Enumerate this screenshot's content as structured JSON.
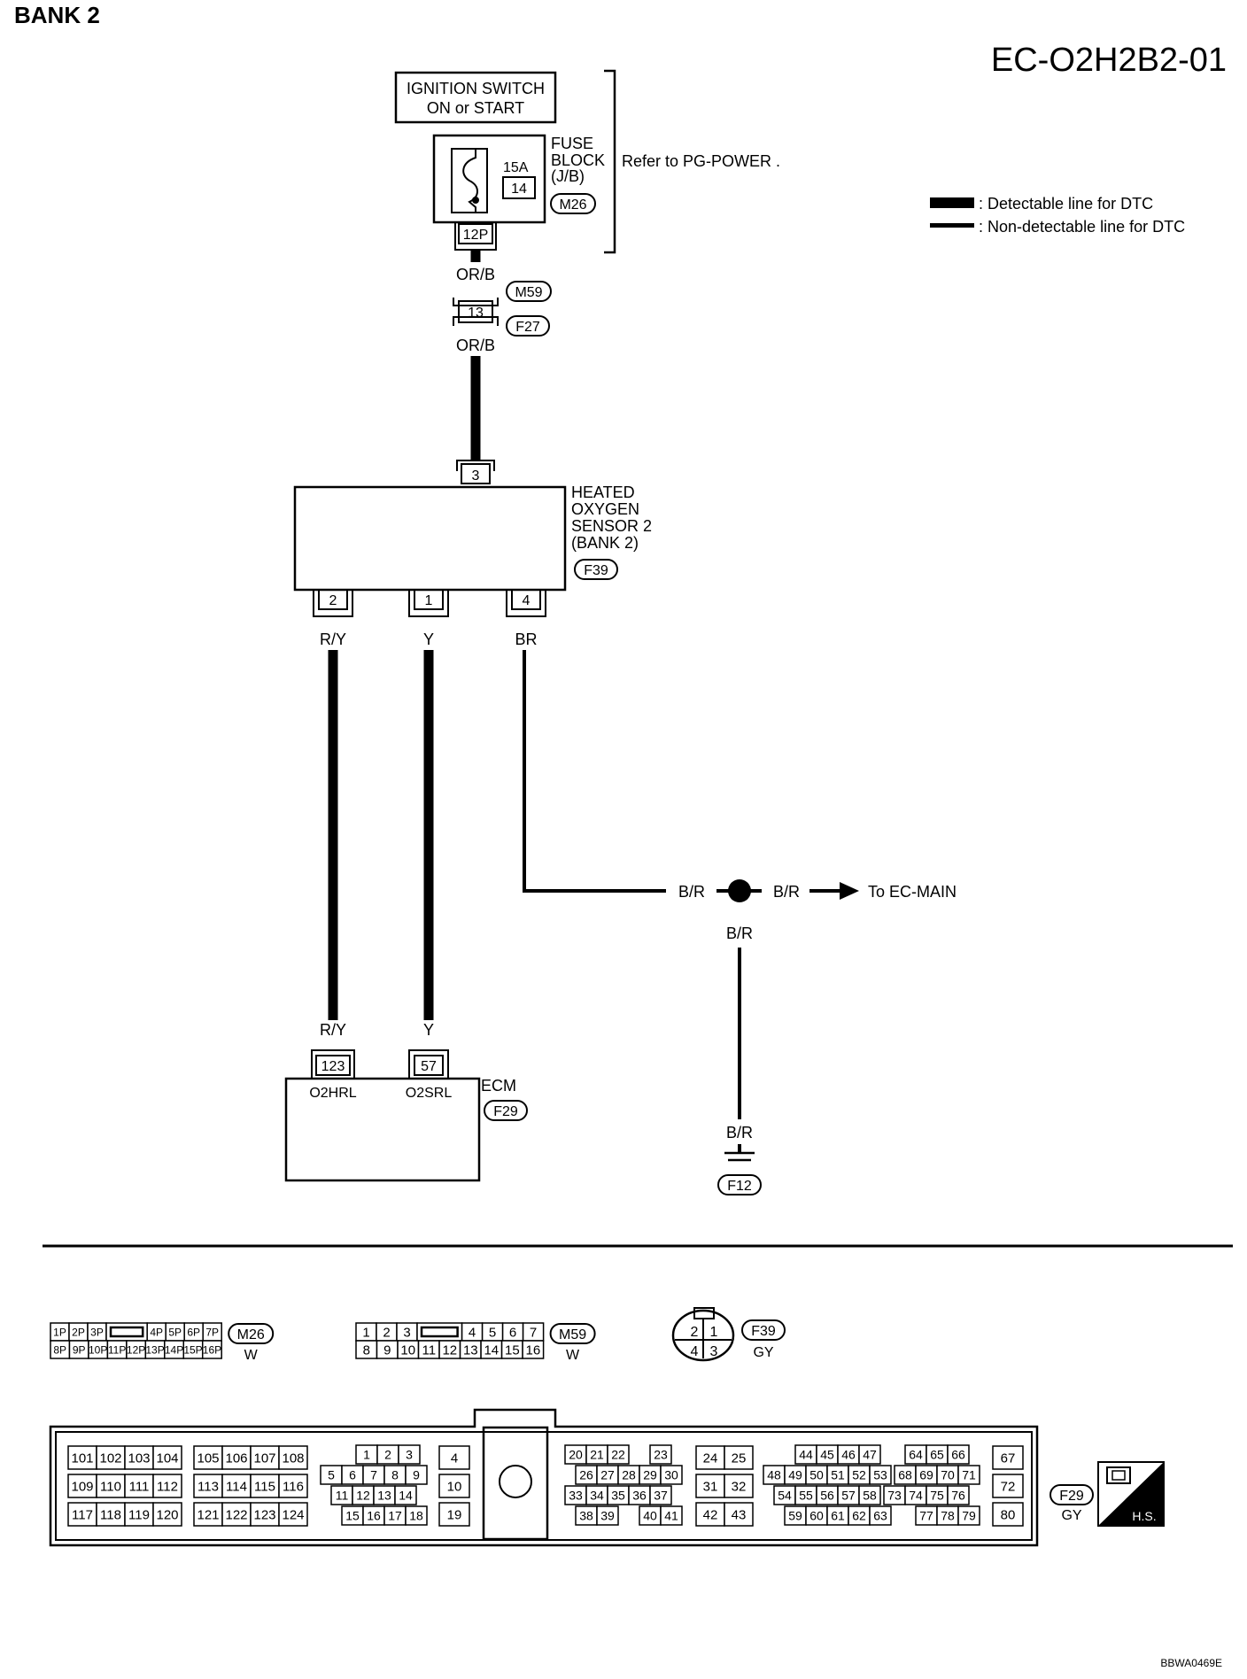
{
  "header": {
    "section": "BANK 2",
    "diagram_code": "EC-O2H2B2-01"
  },
  "legend": {
    "detectable": ": Detectable line for DTC",
    "non_detectable": ": Non-detectable line for DTC"
  },
  "power": {
    "ignition_line1": "IGNITION SWITCH",
    "ignition_line2": "ON or START",
    "fuse_label1": "FUSE",
    "fuse_label2": "BLOCK",
    "fuse_label3": "(J/B)",
    "fuse_rating": "15A",
    "fuse_number": "14",
    "fuse_connector": "M26",
    "fuse_terminal": "12P",
    "refer_text": "Refer to  PG-POWER ."
  },
  "junction": {
    "wire_top": "OR/B",
    "connector_top": "M59",
    "terminal": "13",
    "connector_bottom": "F27",
    "wire_bottom": "OR/B"
  },
  "sensor": {
    "name_line1": "HEATED",
    "name_line2": "OXYGEN",
    "name_line3": "SENSOR 2",
    "name_line4": "(BANK 2)",
    "connector": "F39",
    "terminal_top": "3",
    "terminals": [
      {
        "num": "2",
        "wire": "R/Y"
      },
      {
        "num": "1",
        "wire": "Y"
      },
      {
        "num": "4",
        "wire": "BR"
      }
    ]
  },
  "ground": {
    "wire_left": "B/R",
    "wire_right": "B/R",
    "destination": "To EC-MAIN",
    "wire_down": "B/R",
    "wire_ground": "B/R",
    "ground_connector": "F12"
  },
  "ecm": {
    "label": "ECM",
    "connector": "F29",
    "wire_left": "R/Y",
    "wire_right": "Y",
    "terminal_left": "123",
    "terminal_right": "57",
    "signal_left": "O2HRL",
    "signal_right": "O2SRL"
  },
  "connectors": {
    "m26": {
      "id": "M26",
      "color": "W",
      "row1_left": [
        "1P",
        "2P",
        "3P"
      ],
      "row1_right": [
        "4P",
        "5P",
        "6P",
        "7P"
      ],
      "row2": [
        "8P",
        "9P",
        "10P",
        "11P",
        "12P",
        "13P",
        "14P",
        "15P",
        "16P"
      ]
    },
    "m59": {
      "id": "M59",
      "color": "W",
      "row1_left": [
        "1",
        "2",
        "3"
      ],
      "row1_right": [
        "4",
        "5",
        "6",
        "7"
      ],
      "row2": [
        "8",
        "9",
        "10",
        "11",
        "12",
        "13",
        "14",
        "15",
        "16"
      ]
    },
    "f39": {
      "id": "F39",
      "color": "GY",
      "pins": [
        "2",
        "1",
        "4",
        "3"
      ]
    },
    "f29": {
      "id": "F29",
      "color": "GY",
      "hs": "H.S.",
      "grid_a": [
        [
          "101",
          "102",
          "103",
          "104"
        ],
        [
          "109",
          "110",
          "111",
          "112"
        ],
        [
          "117",
          "118",
          "119",
          "120"
        ]
      ],
      "grid_b": [
        [
          "105",
          "106",
          "107",
          "108"
        ],
        [
          "113",
          "114",
          "115",
          "116"
        ],
        [
          "121",
          "122",
          "123",
          "124"
        ]
      ],
      "grid_c": [
        [
          "1",
          "2",
          "3"
        ],
        [
          "5",
          "6",
          "7",
          "8",
          "9"
        ],
        [
          "11",
          "12",
          "13",
          "14"
        ],
        [
          "15",
          "16",
          "17",
          "18"
        ]
      ],
      "col_d": [
        "4",
        "10",
        "19"
      ],
      "grid_e": [
        [
          "20",
          "21",
          "22",
          "23"
        ],
        [
          "26",
          "27",
          "28",
          "29",
          "30"
        ],
        [
          "33",
          "34",
          "35",
          "36",
          "37"
        ],
        [
          "38",
          "39",
          "40",
          "41"
        ]
      ],
      "grid_f": [
        [
          "24",
          "25"
        ],
        [
          "31",
          "32"
        ],
        [
          "42",
          "43"
        ]
      ],
      "grid_g": [
        [
          "44",
          "45",
          "46",
          "47",
          "64",
          "65",
          "66"
        ],
        [
          "48",
          "49",
          "50",
          "51",
          "52",
          "53",
          "68",
          "69",
          "70",
          "71"
        ],
        [
          "54",
          "55",
          "56",
          "57",
          "58",
          "73",
          "74",
          "75",
          "76"
        ],
        [
          "59",
          "60",
          "61",
          "62",
          "63",
          "77",
          "78",
          "79"
        ]
      ],
      "col_h": [
        "67",
        "72",
        "80"
      ]
    }
  },
  "footer": {
    "code": "BBWA0469E"
  }
}
